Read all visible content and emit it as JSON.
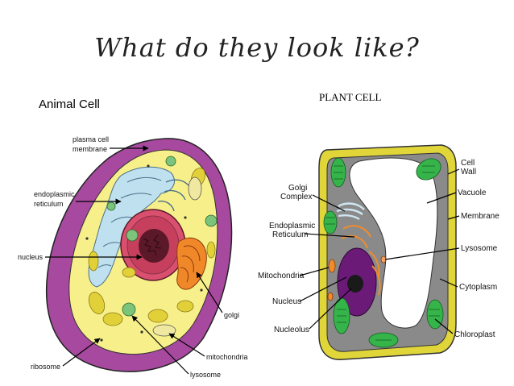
{
  "title": "What do they look like?",
  "animal": {
    "heading": "Animal Cell",
    "labels": {
      "plasma_1": "plasma cell",
      "plasma_2": "membrane",
      "er_1": "endoplasmic",
      "er_2": "reticulum",
      "nucleus": "nucleus",
      "golgi": "golgi",
      "ribosome": "ribosome",
      "mitochondria": "mitochondria",
      "lysosome": "lysosome"
    }
  },
  "plant": {
    "heading": "PLANT CELL",
    "labels": {
      "golgi_1": "Golgi",
      "golgi_2": "Complex",
      "er_1": "Endoplasmic",
      "er_2": "Reticulum",
      "mitochondria": "Mitochondria",
      "nucleus": "Nucleus",
      "nucleolus": "Nucleolus",
      "cellwall_1": "Cell",
      "cellwall_2": "Wall",
      "vacuole": "Vacuole",
      "membrane": "Membrane",
      "lysosome": "Lysosome",
      "cytoplasm": "Cytoplasm",
      "chloroplast": "Chloroplast"
    }
  },
  "colors": {
    "animal_membrane": "#a7499e",
    "animal_cytoplasm": "#f7f08a",
    "animal_er": "#bfe0ee",
    "animal_nucleus": "#d9506f",
    "animal_nucleolus": "#5a1828",
    "animal_golgi": "#f0882a",
    "animal_vesicle": "#e2d038",
    "animal_mito": "#7cc47c",
    "plant_wall": "#e0d63a",
    "plant_cytoplasm": "#8a8a8a",
    "plant_vacuole": "#ffffff",
    "plant_nucleus": "#6b1a78",
    "plant_chloroplast": "#35b44a",
    "plant_er": "#f08b2e",
    "plant_golgi": "#cfe6f2"
  }
}
